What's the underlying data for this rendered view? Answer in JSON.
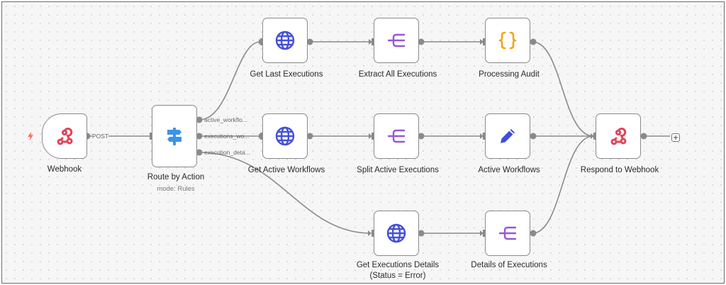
{
  "workflow": {
    "nodes": [
      {
        "id": "webhook",
        "label": "Webhook",
        "icon": "webhook-icon"
      },
      {
        "id": "route",
        "label": "Route by Action",
        "subtitle": "mode: Rules",
        "icon": "signpost-icon"
      },
      {
        "id": "get_last",
        "label": "Get Last Executions",
        "icon": "globe-icon"
      },
      {
        "id": "extract_all",
        "label": "Extract All Executions",
        "icon": "split-out-icon"
      },
      {
        "id": "processing_audit",
        "label": "Processing Audit",
        "icon": "code-braces-icon"
      },
      {
        "id": "get_active",
        "label": "Get Active Workflows",
        "icon": "globe-icon"
      },
      {
        "id": "split_active",
        "label": "Split Active Executions",
        "icon": "split-out-icon"
      },
      {
        "id": "active_workflows",
        "label": "Active Workflows",
        "icon": "pencil-icon"
      },
      {
        "id": "respond",
        "label": "Respond to Webhook",
        "icon": "webhook-icon"
      },
      {
        "id": "get_details",
        "label": "Get Executions Details\n(Status = Error)",
        "icon": "globe-icon"
      },
      {
        "id": "details_exec",
        "label": "Details of Executions",
        "icon": "split-out-icon"
      }
    ],
    "edge_labels": {
      "post": "POST",
      "active": "active_workflo...",
      "executions": "executions_wo...",
      "details": "execution_deta..."
    },
    "colors": {
      "webhook": "#e0445a",
      "globe": "#4450d8",
      "split": "#9b55d6",
      "braces": "#f2a516",
      "pencil": "#3f4fd8",
      "router": "#3d93e8",
      "trigger_bolt": "#ff6d5a"
    }
  }
}
